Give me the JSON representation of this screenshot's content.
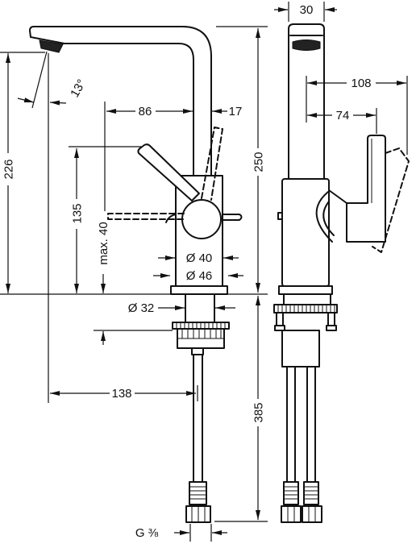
{
  "labels": {
    "spout_width": "30",
    "handle_reach": "108",
    "handle_offset": "74",
    "lever_to_spout": "86",
    "spout_thickness": "17",
    "spout_angle": "13°",
    "spout_height": "226",
    "total_height": "250",
    "lever_height": "135",
    "counter_thickness": "max. 40",
    "body_diameter": "Ø 40",
    "base_diameter": "Ø 46",
    "shank_diameter": "Ø 32",
    "spout_projection": "138",
    "hose_length": "385",
    "connection_thread": "G ⅜"
  },
  "colors": {
    "line": "#111111",
    "background": "#ffffff"
  }
}
